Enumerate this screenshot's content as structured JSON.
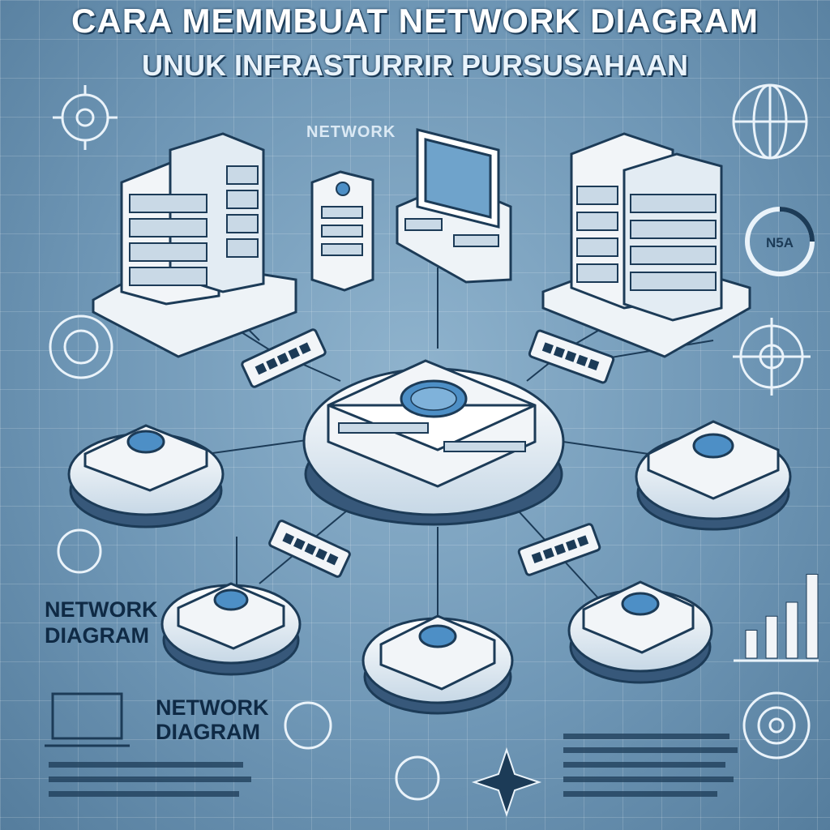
{
  "title_line1": "CARA MEMMBUAT NETWORK DIAGRAM",
  "title_line2": "UNUK INFRASTURRIR PURSUSAHAAN",
  "label_top": "NETWORK",
  "label_left_line1": "NETWORK",
  "label_left_line2": "DIAGRAM",
  "label_bottom_line1": "NETWORK",
  "label_bottom_line2": "DIAGRAM",
  "badge": "N5A",
  "bar_chart_levels": [
    0.3,
    0.45,
    0.6,
    0.9
  ],
  "colors": {
    "background": "#6f97b6",
    "device_face": "#f2f5f8",
    "outline": "#1c3b57",
    "accent_blue": "#4d8fc6"
  },
  "icons": [
    "gear-icon",
    "globe-icon",
    "laptop-icon",
    "compass-icon",
    "cloud-icon"
  ]
}
